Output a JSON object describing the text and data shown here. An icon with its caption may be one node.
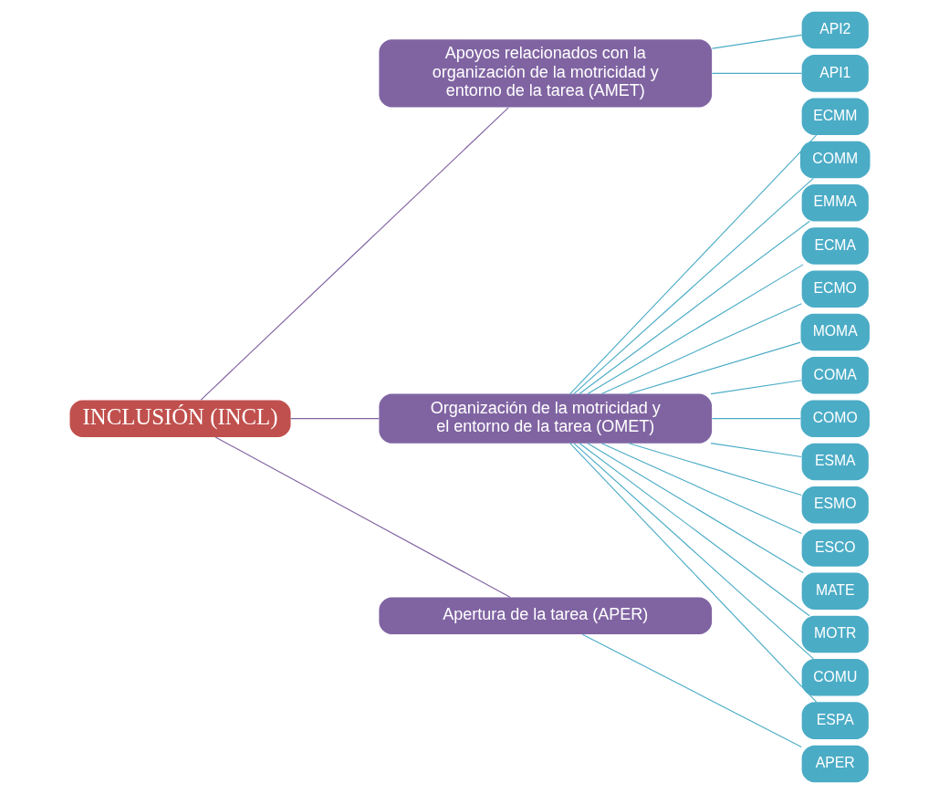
{
  "diagram": {
    "nodes": [
      {
        "text": [
          "INCLUSIÓN (INCL)"
        ]
      },
      {
        "text": [
          "Apoyos relacionados con la organización de la motricidad y entorno de la tarea (AMET)"
        ]
      },
      {
        "text": [
          "Organización de la motricidad y el entorno de la tarea (OMET)"
        ]
      },
      {
        "text": [
          "Apertura de la tarea (APER)"
        ]
      },
      {
        "text": [
          "API2"
        ]
      },
      {
        "text": [
          "API1"
        ]
      },
      {
        "text": [
          "ECMM"
        ]
      },
      {
        "text": [
          "COMM"
        ]
      },
      {
        "text": [
          "EMMA"
        ]
      },
      {
        "text": [
          "ECMA"
        ]
      },
      {
        "text": [
          "ECMO"
        ]
      },
      {
        "text": [
          "MOMA"
        ]
      },
      {
        "text": [
          "COMA"
        ]
      },
      {
        "text": [
          "COMO"
        ]
      },
      {
        "text": [
          "ESMA"
        ]
      },
      {
        "text": [
          "ESMO"
        ]
      },
      {
        "text": [
          "ESCO"
        ]
      },
      {
        "text": [
          "MATE"
        ]
      },
      {
        "text": [
          "MOTR"
        ]
      },
      {
        "text": [
          "COMU"
        ]
      },
      {
        "text": [
          "ESPA"
        ]
      },
      {
        "text": [
          "APER"
        ]
      }
    ],
    "edges": [
      {
        "from": 0,
        "to": 1,
        "arrow": "none",
        "color": "#8064a2"
      },
      {
        "from": 0,
        "to": 2,
        "arrow": "none",
        "color": "#8064a2"
      },
      {
        "from": 0,
        "to": 3,
        "arrow": "none",
        "color": "#8064a2"
      },
      {
        "from": 1,
        "to": 4,
        "arrow": "none"
      },
      {
        "from": 1,
        "to": 5,
        "arrow": "none"
      },
      {
        "from": 2,
        "to": 6,
        "arrow": "none"
      },
      {
        "from": 2,
        "to": 7,
        "arrow": "none"
      },
      {
        "from": 2,
        "to": 8,
        "arrow": "none"
      },
      {
        "from": 2,
        "to": 9,
        "arrow": "none"
      },
      {
        "from": 2,
        "to": 10,
        "arrow": "none"
      },
      {
        "from": 2,
        "to": 11,
        "arrow": "none"
      },
      {
        "from": 2,
        "to": 12,
        "arrow": "none"
      },
      {
        "from": 2,
        "to": 13,
        "arrow": "none"
      },
      {
        "from": 2,
        "to": 14,
        "arrow": "none"
      },
      {
        "from": 2,
        "to": 15,
        "arrow": "none"
      },
      {
        "from": 2,
        "to": 16,
        "arrow": "none"
      },
      {
        "from": 2,
        "to": 17,
        "arrow": "none"
      },
      {
        "from": 2,
        "to": 18,
        "arrow": "none"
      },
      {
        "from": 2,
        "to": 19,
        "arrow": "none"
      },
      {
        "from": 2,
        "to": 20,
        "arrow": "none"
      },
      {
        "from": 3,
        "to": 21,
        "arrow": "none"
      }
    ]
  }
}
